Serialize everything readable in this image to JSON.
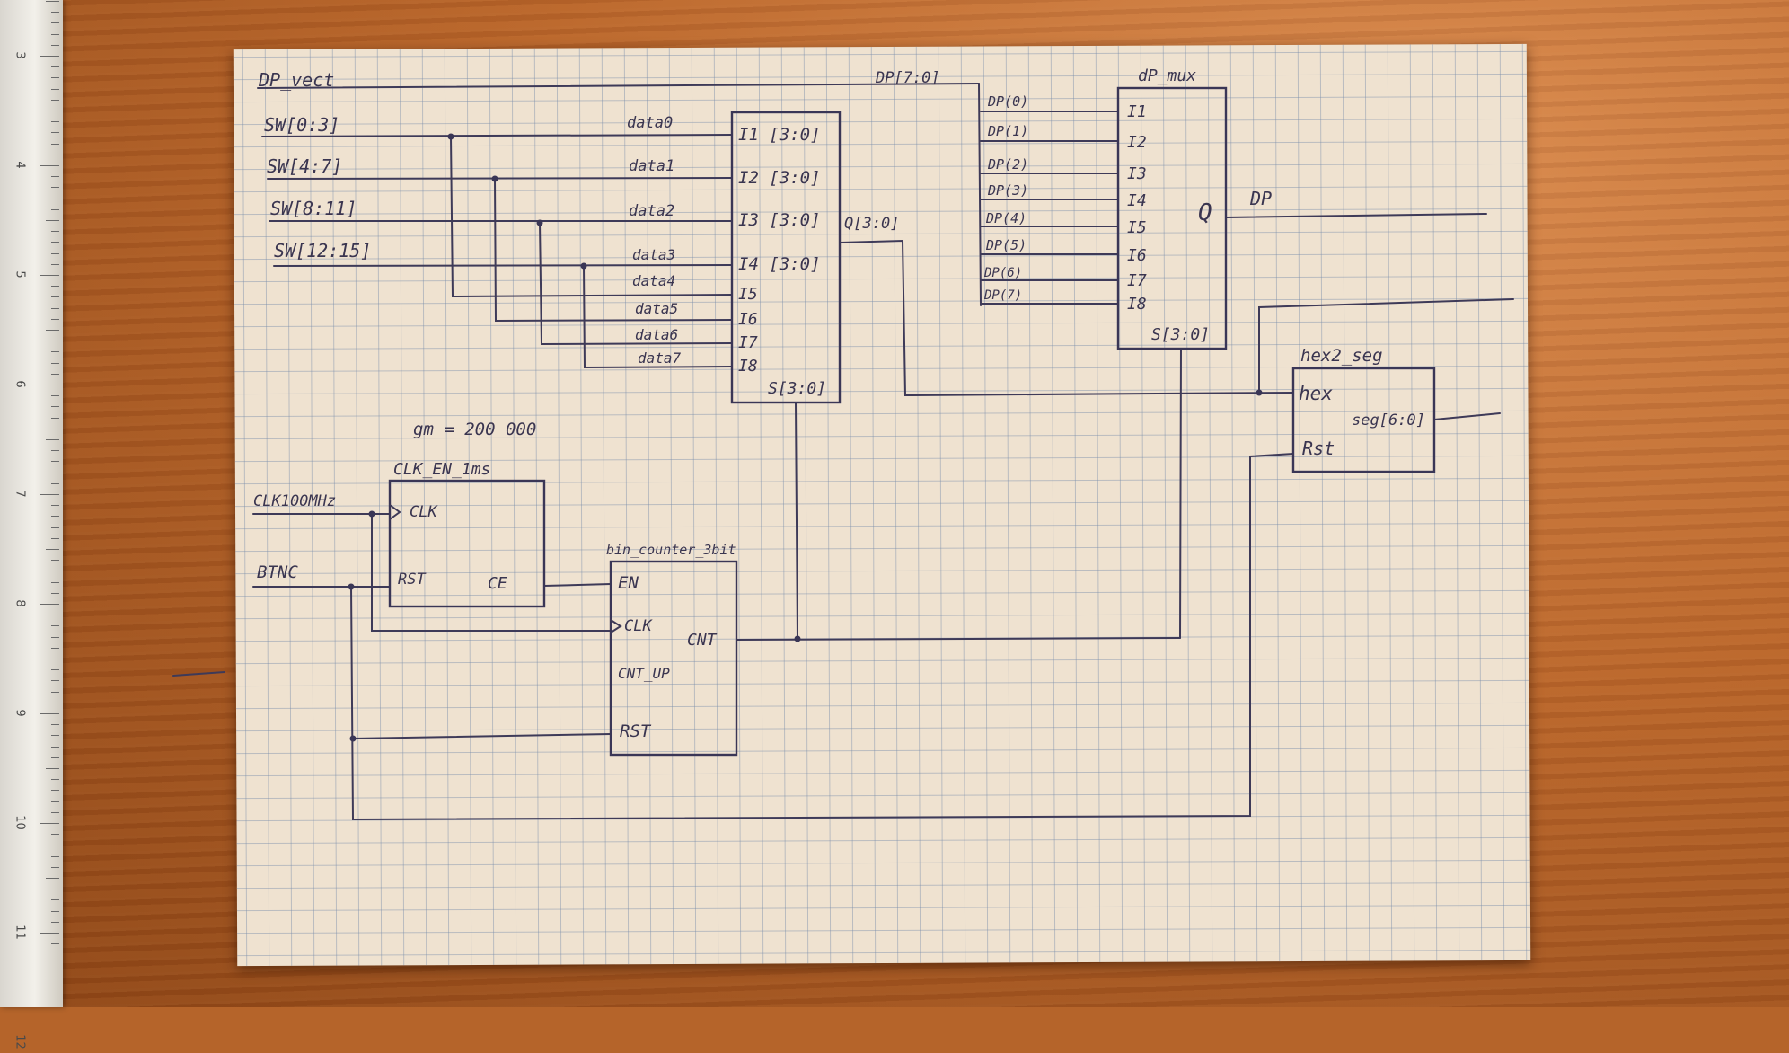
{
  "diagram": {
    "dp_vect": "DP_vect",
    "sw": [
      "SW[0:3]",
      "SW[4:7]",
      "SW[8:11]",
      "SW[12:15]"
    ],
    "data_labels": [
      "data0",
      "data1",
      "data2",
      "data3",
      "data4",
      "data5",
      "data6",
      "data7"
    ],
    "mux1": {
      "inputs": [
        "I1 [3:0]",
        "I2 [3:0]",
        "I3 [3:0]",
        "I4 [3:0]",
        "I5",
        "I6",
        "I7",
        "I8"
      ],
      "sel": "S[3:0]",
      "out": "Q[3:0]"
    },
    "dp_bus": "DP[7:0]",
    "dp_mux": {
      "title": "dP_mux",
      "dp_labels": [
        "DP(0)",
        "DP(1)",
        "DP(2)",
        "DP(3)",
        "DP(4)",
        "DP(5)",
        "DP(6)",
        "DP(7)"
      ],
      "inputs": [
        "I1",
        "I2",
        "I3",
        "I4",
        "I5",
        "I6",
        "I7",
        "I8"
      ],
      "q": "Q",
      "sel": "S[3:0]"
    },
    "dp_out": "DP",
    "hex2seg": {
      "title": "hex2_seg",
      "hex": "hex",
      "rst": "Rst",
      "out": "seg[6:0]"
    },
    "gm": "gm = 200 000",
    "clk_en": {
      "title": "CLK_EN_1ms",
      "clk": "CLK",
      "rst": "RST",
      "ce": "CE"
    },
    "clk_in": "CLK100MHz",
    "btnc": "BTNC",
    "counter": {
      "title": "bin_counter_3bit",
      "en": "EN",
      "clk": "CLK",
      "cnt": "CNT",
      "cnt_up": "CNT_UP",
      "rst": "RST"
    }
  },
  "ruler_numbers": [
    "3",
    "4",
    "5",
    "6",
    "7",
    "8",
    "9",
    "10",
    "11",
    "12"
  ]
}
